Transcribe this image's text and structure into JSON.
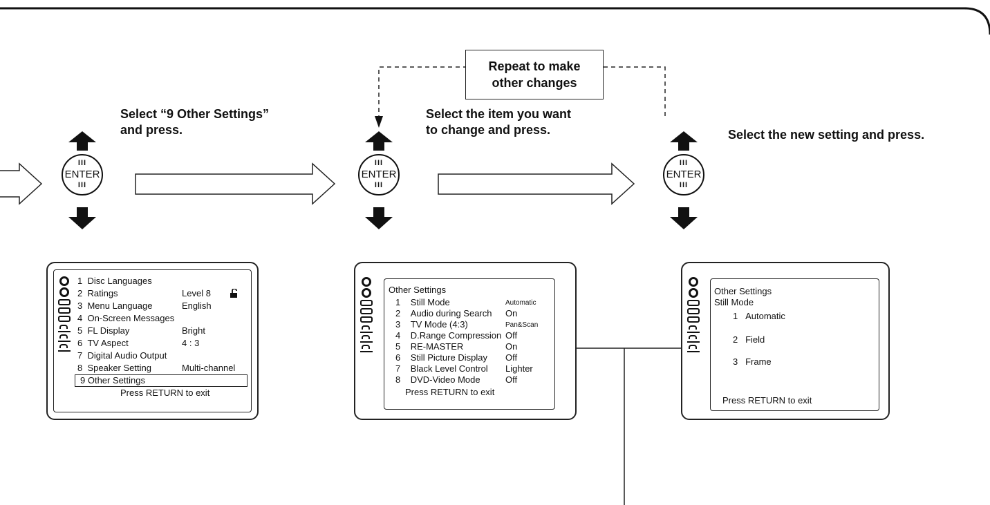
{
  "steps": {
    "step1_line1": "Select “9 Other Settings”",
    "step1_line2": "and press.",
    "step2_line1": "Select the item you want",
    "step2_line2": "to change and press.",
    "step3": "Select the new setting and press."
  },
  "repeat_box": {
    "line1": "Repeat to make",
    "line2": "other changes"
  },
  "enter_button": {
    "label": "ENTER",
    "bars": "III"
  },
  "screen1": {
    "items": [
      {
        "num": "1",
        "label": "Disc Languages",
        "value": ""
      },
      {
        "num": "2",
        "label": "Ratings",
        "value": "Level  8"
      },
      {
        "num": "3",
        "label": "Menu Language",
        "value": "English"
      },
      {
        "num": "4",
        "label": "On-Screen Messages",
        "value": ""
      },
      {
        "num": "5",
        "label": "FL Display",
        "value": "Bright"
      },
      {
        "num": "6",
        "label": "TV Aspect",
        "value": "4 : 3"
      },
      {
        "num": "7",
        "label": "Digital Audio Output",
        "value": ""
      },
      {
        "num": "8",
        "label": "Speaker Setting",
        "value": "Multi-channel"
      }
    ],
    "selected": "9  Other Settings",
    "footer": "Press RETURN to exit"
  },
  "screen2": {
    "title": "Other Settings",
    "items": [
      {
        "num": "1",
        "label": "Still Mode",
        "value": "Automatic"
      },
      {
        "num": "2",
        "label": "Audio during Search",
        "value": "On"
      },
      {
        "num": "3",
        "label": "TV Mode (4:3)",
        "value": "Pan&Scan"
      },
      {
        "num": "4",
        "label": "D.Range Compression",
        "value": "Off"
      },
      {
        "num": "5",
        "label": "RE-MASTER",
        "value": "On"
      },
      {
        "num": "6",
        "label": "Still Picture Display",
        "value": "Off"
      },
      {
        "num": "7",
        "label": "Black Level Control",
        "value": "Lighter"
      },
      {
        "num": "8",
        "label": "DVD-Video Mode",
        "value": "Off"
      }
    ],
    "footer": "Press RETURN to exit"
  },
  "screen3": {
    "title": "Other Settings",
    "subtitle": "Still Mode",
    "options": [
      {
        "num": "1",
        "label": "Automatic"
      },
      {
        "num": "2",
        "label": "Field"
      },
      {
        "num": "3",
        "label": "Frame"
      }
    ],
    "footer": "Press RETURN to exit"
  },
  "icons": [
    "arrow-up-icon",
    "arrow-down-icon",
    "arrow-right-icon",
    "lock-icon",
    "disc-icon",
    "display-icon",
    "speaker-icon"
  ]
}
